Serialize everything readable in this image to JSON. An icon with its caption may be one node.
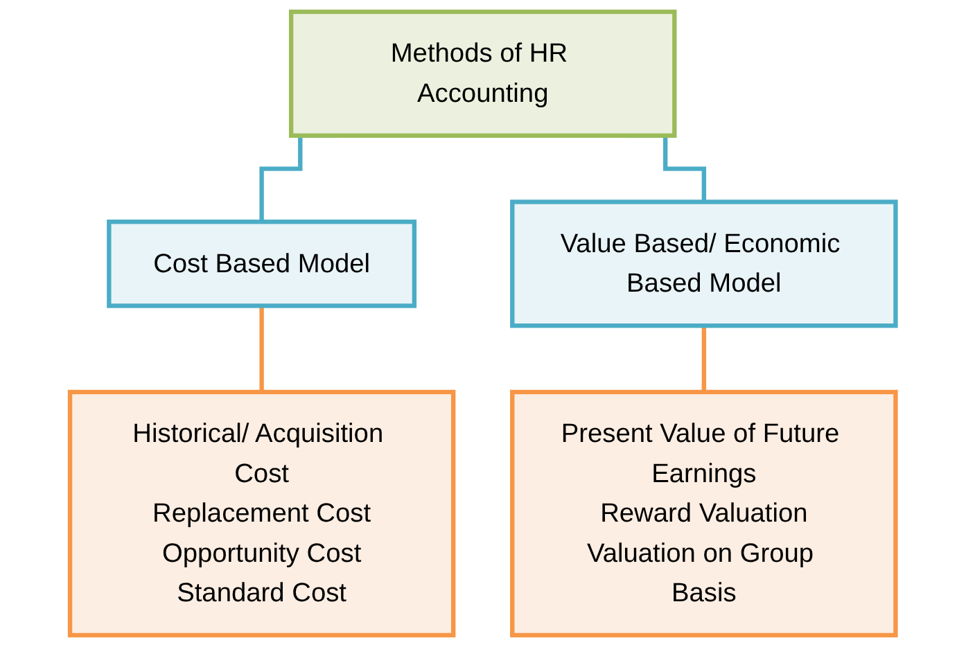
{
  "diagram": {
    "nodes": [
      {
        "text": [
          "Methods of HR Accounting"
        ]
      },
      {
        "text": [
          "Cost Based Model"
        ]
      },
      {
        "text": [
          "Value Based/ Economic Based Model"
        ]
      },
      {
        "text": [
          "Historical/ Acquisition Cost",
          "Replacement Cost",
          "Opportunity Cost",
          "Standard Cost"
        ]
      },
      {
        "text": [
          "Present Value of Future Earnings",
          "Reward Valuation",
          "Valuation on Group Basis"
        ]
      }
    ],
    "edges": [
      {
        "from": 0,
        "to": 1,
        "arrow": "none",
        "color": "#4bacc6"
      },
      {
        "from": 0,
        "to": 2,
        "arrow": "none",
        "color": "#4bacc6"
      },
      {
        "from": 1,
        "to": 3,
        "arrow": "none",
        "color": "#f79646"
      },
      {
        "from": 2,
        "to": 4,
        "arrow": "none",
        "color": "#f79646"
      }
    ]
  }
}
